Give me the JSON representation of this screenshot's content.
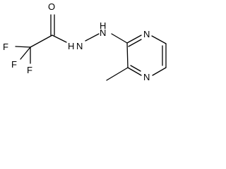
{
  "atoms": {
    "o": "O",
    "f1": "F",
    "f2": "F",
    "f3": "F",
    "nh1": "N",
    "nh1_h": "H",
    "nh2": "N",
    "nh2_h": "H",
    "n_ring_top": "N",
    "n_ring_bottom": "N"
  },
  "colors": {
    "bond": "#000000",
    "text": "#000000",
    "background": "#ffffff"
  }
}
